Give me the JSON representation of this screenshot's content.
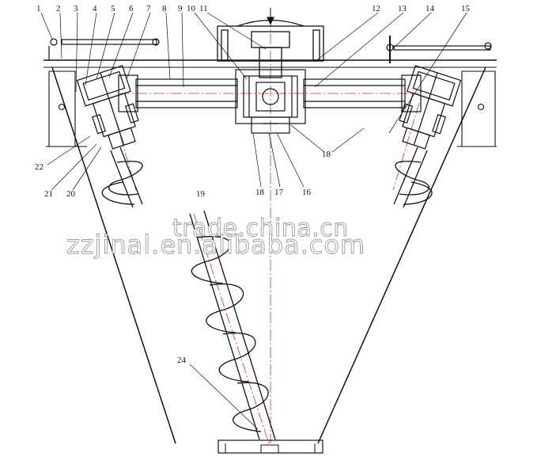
{
  "callouts": {
    "n1": "1",
    "n2": "2",
    "n3": "3",
    "n4": "4",
    "n5": "5",
    "n6": "6",
    "n7": "7",
    "n8": "8",
    "n9": "9",
    "n10": "10",
    "n11": "11",
    "n12": "12",
    "n13": "13",
    "n14": "14",
    "n15": "15",
    "n16": "16",
    "n17": "17",
    "n18a": "18",
    "n18b": "18",
    "n19": "19",
    "n20": "20",
    "n21": "21",
    "n22": "22",
    "n24": "24"
  },
  "watermark": {
    "line1": "trade.china.cn",
    "line2": "zzjinal.en.alibaba.com"
  },
  "colors": {
    "line": "#111111",
    "center_line": "#d03030",
    "watermark_stroke": "#9a9a9a"
  }
}
